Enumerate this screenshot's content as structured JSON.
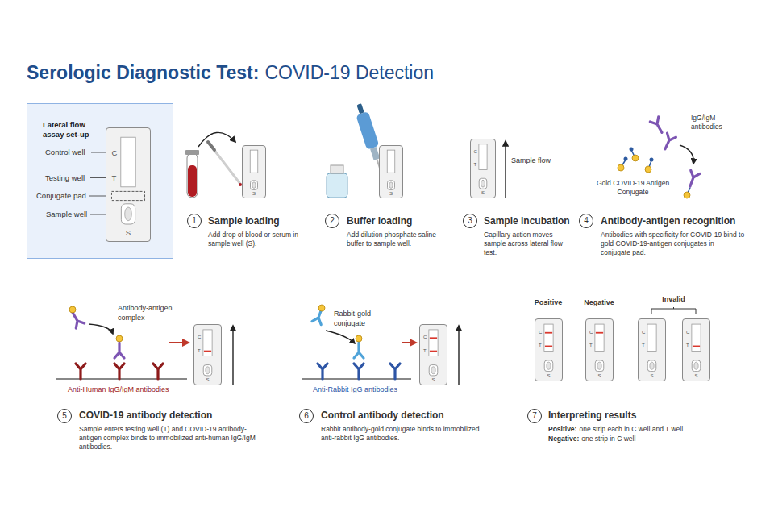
{
  "diagram": {
    "title": "Serologic Diagnostic Test:",
    "nodes": [
      {
        "text": [
          "Lateral flow assay set-up"
        ]
      },
      {
        "text": [
          "C",
          "T",
          "S"
        ],
        "in": 0
      },
      {
        "text": [
          "S"
        ]
      },
      {
        "text": [
          "1"
        ]
      },
      {
        "text": [
          "S"
        ]
      },
      {
        "text": [
          "2"
        ]
      },
      {
        "text": [
          "C",
          "T",
          "S"
        ]
      },
      {
        "text": [
          "3"
        ]
      },
      {
        "text": [
          "4"
        ]
      },
      {
        "text": [
          "C",
          "T",
          "S"
        ]
      },
      {
        "text": [
          "5"
        ]
      },
      {
        "text": [
          "C",
          "T",
          "S"
        ]
      },
      {
        "text": [
          "6"
        ]
      },
      {
        "text": [
          "C",
          "T",
          "S"
        ]
      },
      {
        "text": [
          "C",
          "T",
          "S"
        ]
      },
      {
        "text": [
          "C",
          "T",
          "S"
        ]
      },
      {
        "text": [
          "C",
          "T",
          "S"
        ]
      },
      {
        "text": [
          "7"
        ]
      }
    ],
    "labels": [
      "COVID-19 Detection",
      "Control well",
      "Testing well",
      "Conjugate pad",
      "Sample well",
      "Sample loading",
      "Add drop of blood or serum in sample well (S).",
      "Buffer loading",
      "Add dilution phosphate saline buffer to sample well.",
      "Sample flow",
      "Sample incubation",
      "Capillary action moves sample across lateral flow test.",
      "IgG/IgM antibodies",
      "Gold COVID-19 Antigen Conjugate",
      "Antibody-antigen recognition",
      "Antibodies with specificity for COVID-19 bind to gold COVID-19-antigen conjugates in conjugate pad.",
      "Antibody-antigen complex",
      "Anti-Human IgG/IgM antibodies",
      "COVID-19 antibody detection",
      "Sample enters testing well (T) and COVID-19 antibody-antigen complex binds to immobilized anti-human IgG/IgM antibodies.",
      "Rabbit-gold conjugate",
      "Anti-Rabbit IgG antibodies",
      "Control antibody detection",
      "Rabbit antibody-gold conjugate binds to immobilized anti-rabbit IgG antibodies.",
      "Positive",
      "Negative",
      "Invalid",
      "Interpreting results",
      "Positive:",
      "one strip each in C well and T well",
      "Negative:",
      "one strip in C well"
    ]
  }
}
